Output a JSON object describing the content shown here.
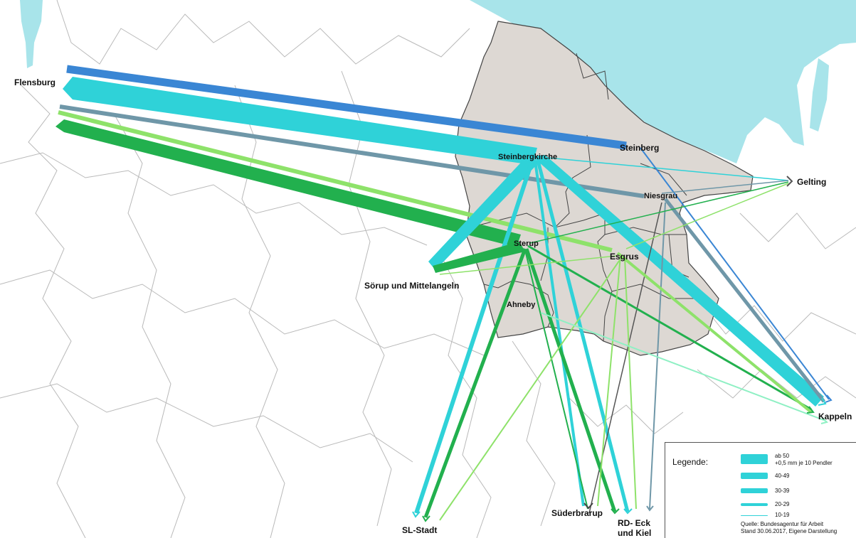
{
  "places": {
    "flensburg": "Flensburg",
    "steinberg": "Steinberg",
    "steinbergkirche": "Steinbergkirche",
    "gelting": "Gelting",
    "niesgrau": "Niesgrau",
    "sterup": "Sterup",
    "esgrus": "Esgrus",
    "soerup": "Sörup und Mittelangeln",
    "ahneby": "Ahneby",
    "kappeln": "Kappeln",
    "sl_stadt": "SL-Stadt",
    "suederbrarup": "Süderbrarup",
    "rd_eck": "RD- Eck und Kiel"
  },
  "legend": {
    "title": "Legende:",
    "items": [
      {
        "label_line1": "ab 50",
        "label_line2": "+0,5 mm je 10 Pendler"
      },
      {
        "label_line1": "40-49"
      },
      {
        "label_line1": "30-39"
      },
      {
        "label_line1": "20-29"
      },
      {
        "label_line1": "10-19"
      }
    ],
    "source_line1": "Quelle: Bundesagentur für Arbeit",
    "source_line2": "Stand 30.06.2017, Eigene Darstellung"
  },
  "colors": {
    "sea": "#a8e4ea",
    "region": "#ddd8d3",
    "border": "#444444",
    "cyan": "#2fd2d8",
    "blue": "#3a86d4",
    "slate": "#6f97a8",
    "green": "#22b04e",
    "lightgreen": "#8ee26a",
    "mint": "#8ff0c4"
  }
}
